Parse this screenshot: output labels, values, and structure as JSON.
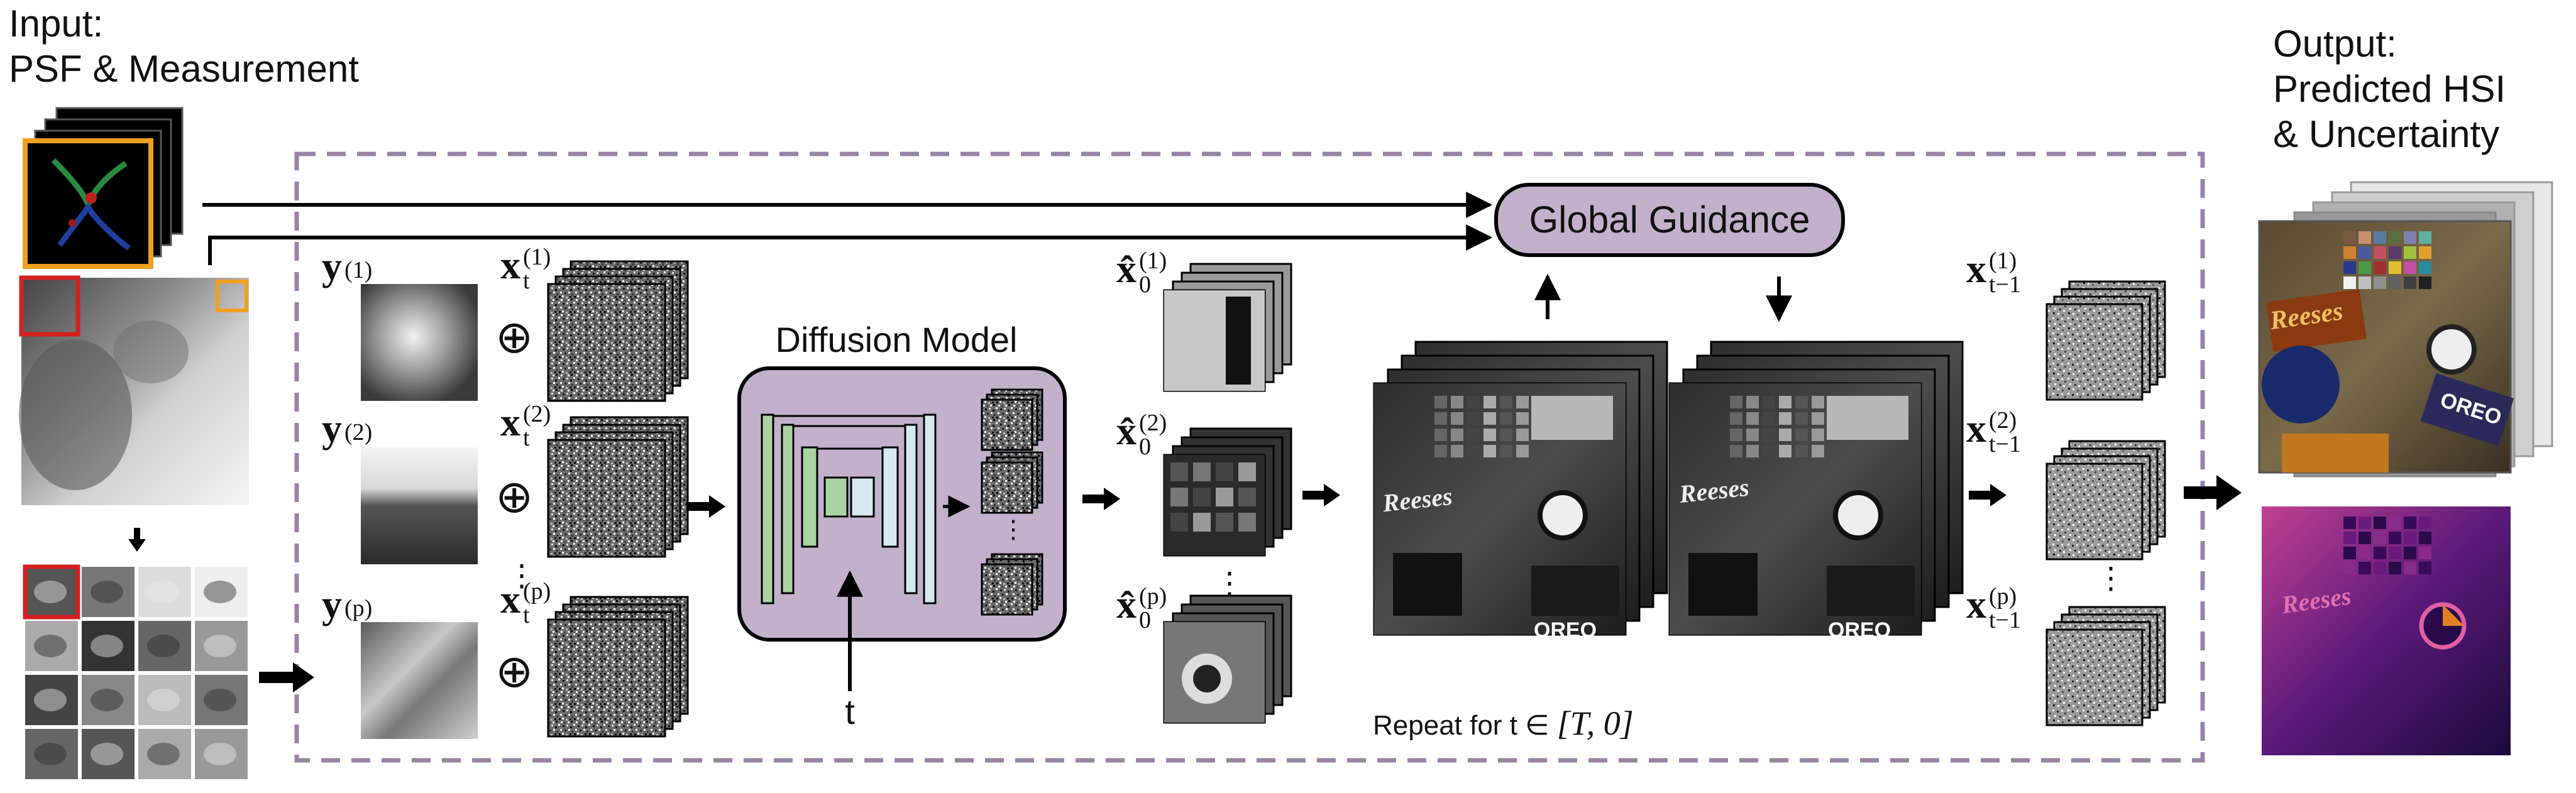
{
  "input": {
    "title_line1": "Input:",
    "title_line2": "PSF & Measurement"
  },
  "output": {
    "title_line1": "Output:",
    "title_line2": "Predicted HSI",
    "title_line3": "& Uncertainty"
  },
  "global_guidance": {
    "label": "Global Guidance"
  },
  "diffusion_model": {
    "label": "Diffusion Model",
    "timestep": "t"
  },
  "repeat": {
    "prefix": "Repeat for t ∈ ",
    "range": "[T, 0]"
  },
  "patches": {
    "y": [
      {
        "base": "y",
        "sup": "(1)"
      },
      {
        "base": "y",
        "sup": "(2)"
      },
      {
        "base": "y",
        "sup": "(p)"
      }
    ],
    "xt": [
      {
        "base": "x",
        "sub": "t",
        "sup": "(1)"
      },
      {
        "base": "x",
        "sub": "t",
        "sup": "(2)"
      },
      {
        "base": "x",
        "sub": "t",
        "sup": "(p)"
      }
    ],
    "x0": [
      {
        "base": "x̂",
        "sub": "0",
        "sup": "(1)"
      },
      {
        "base": "x̂",
        "sub": "0",
        "sup": "(2)"
      },
      {
        "base": "x̂",
        "sub": "0",
        "sup": "(p)"
      }
    ],
    "xt1": [
      {
        "base": "x",
        "sub": "t−1",
        "sup": "(1)"
      },
      {
        "base": "x",
        "sub": "t−1",
        "sup": "(2)"
      },
      {
        "base": "x",
        "sub": "t−1",
        "sup": "(p)"
      }
    ],
    "plus": "⊕",
    "ellipsis": "⋮"
  },
  "colors": {
    "purple_box": "#c3b1cb",
    "dashed_border": "#9a82a6",
    "psf_border": "#f0a020",
    "patch_highlight": "#d42020",
    "unet_green": "#a9d3a0",
    "unet_blue": "#d6e8f0"
  },
  "images": {
    "measurement_text": "Reeses",
    "oreo_text": "OREO"
  }
}
